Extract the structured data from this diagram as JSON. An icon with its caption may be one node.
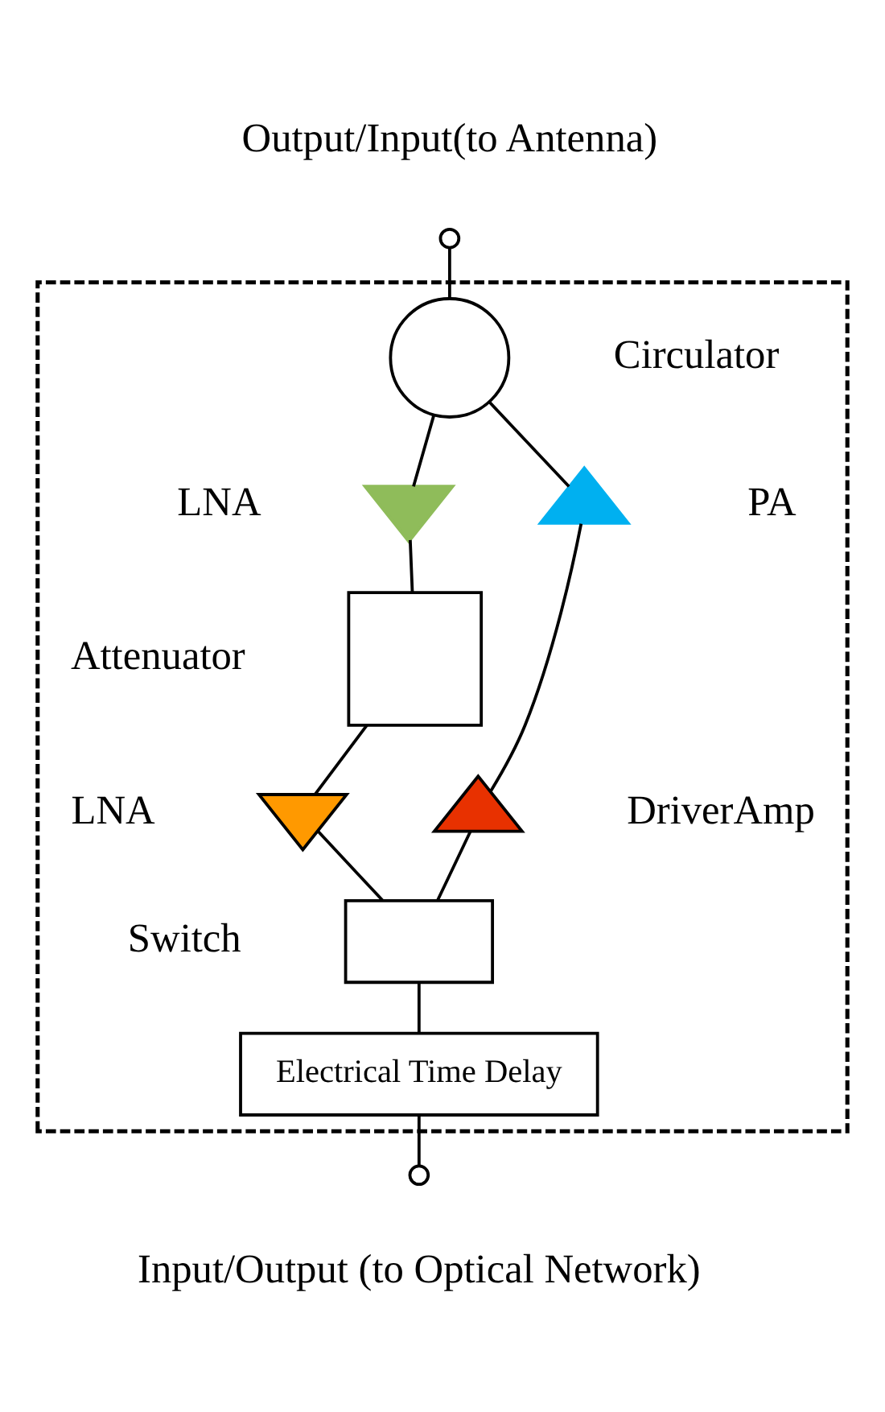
{
  "diagram": {
    "nodes": [
      {
        "text": [],
        "shape": "box"
      },
      {
        "text": [],
        "shape": "circle",
        "beside": [
          "Output/Input(to Antenna)"
        ]
      },
      {
        "text": [],
        "shape": "circle",
        "beside": [
          "Circulator"
        ],
        "in": 0
      },
      {
        "text": [],
        "shape": "triangle",
        "beside": [
          "LNA"
        ],
        "in": 0
      },
      {
        "text": [],
        "shape": "triangle",
        "beside": [
          "PA"
        ],
        "in": 0
      },
      {
        "text": [],
        "shape": "box",
        "beside": [
          "Attenuator"
        ],
        "in": 0
      },
      {
        "text": [],
        "shape": "triangle",
        "beside": [
          "DriverAmp"
        ],
        "in": 0
      },
      {
        "text": [],
        "shape": "triangle",
        "beside": [
          "LNA"
        ],
        "in": 0
      },
      {
        "text": [],
        "shape": "box",
        "beside": [
          "Switch"
        ],
        "in": 0
      },
      {
        "text": [
          "Electrical Time Delay"
        ],
        "in": 0
      },
      {
        "text": [],
        "shape": "circle",
        "beside": [
          "Input/Output (to Optical Network)"
        ]
      }
    ],
    "edges": [
      {
        "from": 1,
        "to": 2,
        "arrow": "none"
      },
      {
        "from": 2,
        "to": 3,
        "arrow": "none"
      },
      {
        "from": 2,
        "to": 4,
        "arrow": "none"
      },
      {
        "from": 3,
        "to": 5,
        "arrow": "none"
      },
      {
        "from": 4,
        "to": 6,
        "arrow": "none"
      },
      {
        "from": 5,
        "to": 7,
        "arrow": "none"
      },
      {
        "from": 7,
        "to": 8,
        "arrow": "none"
      },
      {
        "from": 6,
        "to": 8,
        "arrow": "none"
      },
      {
        "from": 8,
        "to": 9,
        "arrow": "none"
      },
      {
        "from": 9,
        "to": 10,
        "arrow": "none"
      }
    ]
  }
}
